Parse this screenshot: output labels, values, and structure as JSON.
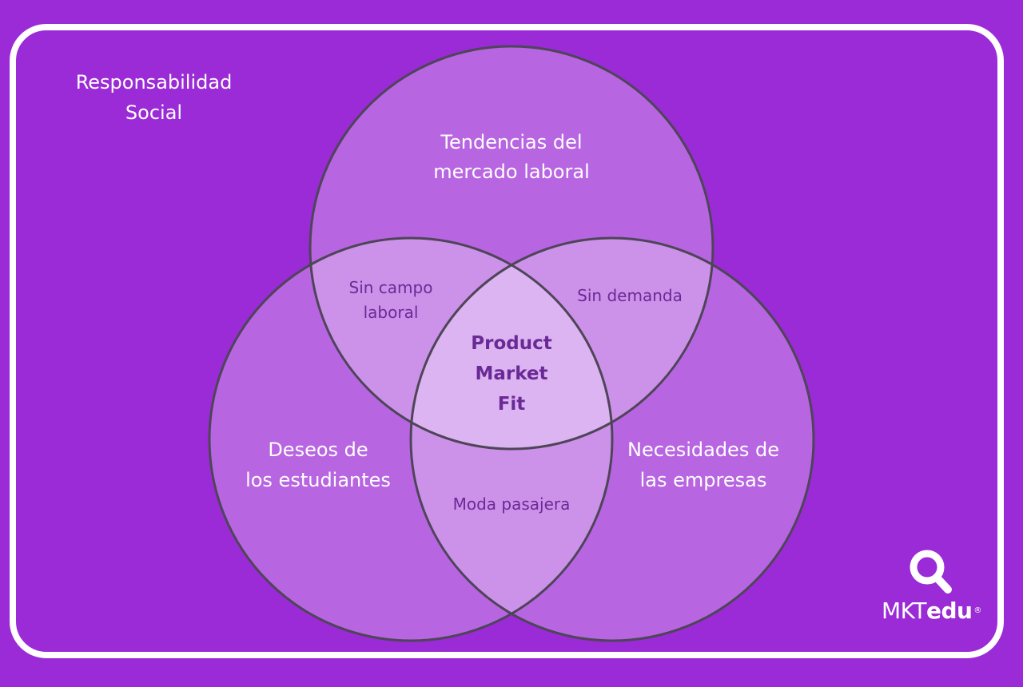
{
  "corner_label": {
    "line1": "Responsabilidad",
    "line2": "Social"
  },
  "circles": {
    "top": {
      "line1": "Tendencias del",
      "line2": "mercado laboral"
    },
    "left": {
      "line1": "Deseos de",
      "line2": "los estudiantes"
    },
    "right": {
      "line1": "Necesidades de",
      "line2": "las empresas"
    }
  },
  "overlaps": {
    "top_left": {
      "line1": "Sin campo",
      "line2": "laboral"
    },
    "top_right": {
      "line1": "Sin demanda"
    },
    "bottom": {
      "line1": "Moda pasajera"
    },
    "center": {
      "line1": "Product",
      "line2": "Market",
      "line3": "Fit"
    }
  },
  "logo": {
    "prefix": "MKT",
    "suffix": "edu",
    "mark": "®",
    "icon": "magnifier-icon"
  },
  "colors": {
    "background": "#9a2bd6",
    "circle_fill": "#b865e2",
    "pair_overlap": "#cc92ea",
    "center_overlap": "#dcb4f2",
    "outline": "#4e4558",
    "dark_text": "#6a2a96"
  }
}
